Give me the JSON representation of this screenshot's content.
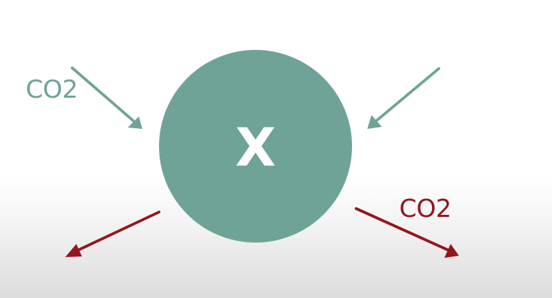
{
  "diagram": {
    "center": {
      "label": "X",
      "color": "#6fa398"
    },
    "incoming": {
      "label": "CO2",
      "color": "#6fa398"
    },
    "outgoing": {
      "label": "CO2",
      "color": "#94161c"
    }
  }
}
